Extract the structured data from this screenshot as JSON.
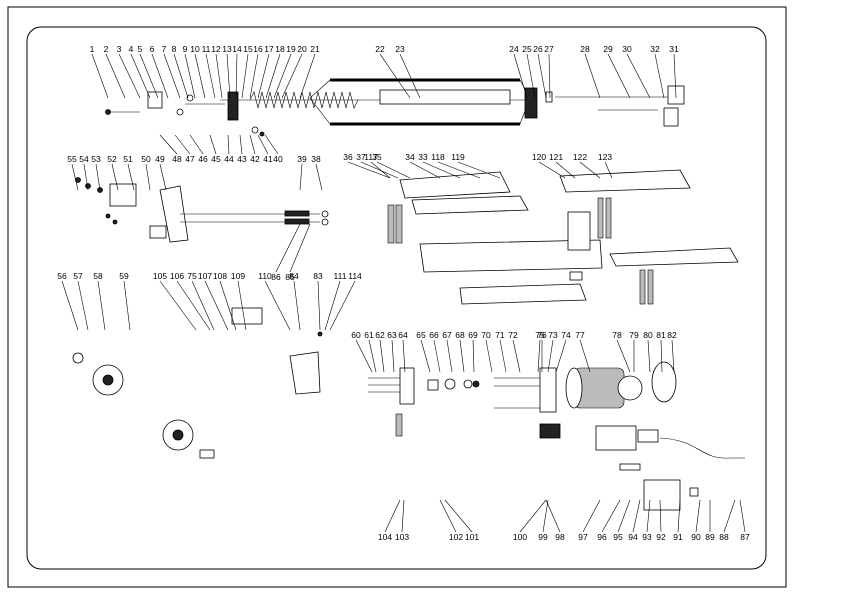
{
  "diagram": {
    "callouts_top": [
      "1",
      "2",
      "3",
      "4",
      "5",
      "6",
      "7",
      "8",
      "9",
      "10",
      "11",
      "12",
      "13",
      "14",
      "15",
      "16",
      "17",
      "18",
      "19",
      "20",
      "21",
      "22",
      "23",
      "24",
      "25",
      "26",
      "27",
      "28",
      "29",
      "30",
      "32",
      "31"
    ],
    "callouts_top_row2": [
      "48",
      "47",
      "46",
      "45",
      "44",
      "43",
      "42",
      "41",
      "40"
    ],
    "callouts_left_mid": [
      "55",
      "54",
      "53",
      "52",
      "51",
      "50",
      "49",
      "39",
      "38"
    ],
    "callouts_left_mid_row2": [
      "86",
      "85"
    ],
    "callouts_right_mid": [
      "36",
      "37",
      "35",
      "34",
      "33",
      "118",
      "119",
      "120",
      "121",
      "122",
      "123",
      "117"
    ],
    "callouts_handle": [
      "56",
      "57",
      "58",
      "59",
      "105",
      "106",
      "75",
      "107",
      "108",
      "109",
      "110",
      "84",
      "83",
      "111",
      "114"
    ],
    "callouts_motor_top": [
      "60",
      "61",
      "62",
      "63",
      "64",
      "65",
      "66",
      "67",
      "68",
      "69",
      "70",
      "71",
      "72",
      "75",
      "76",
      "73",
      "74",
      "77",
      "78",
      "79",
      "80",
      "81",
      "82"
    ],
    "callouts_bottom": [
      "104",
      "103",
      "102",
      "101",
      "100",
      "99",
      "98",
      "97",
      "96",
      "95",
      "94",
      "93",
      "92",
      "91",
      "90",
      "89",
      "88",
      "87"
    ]
  }
}
